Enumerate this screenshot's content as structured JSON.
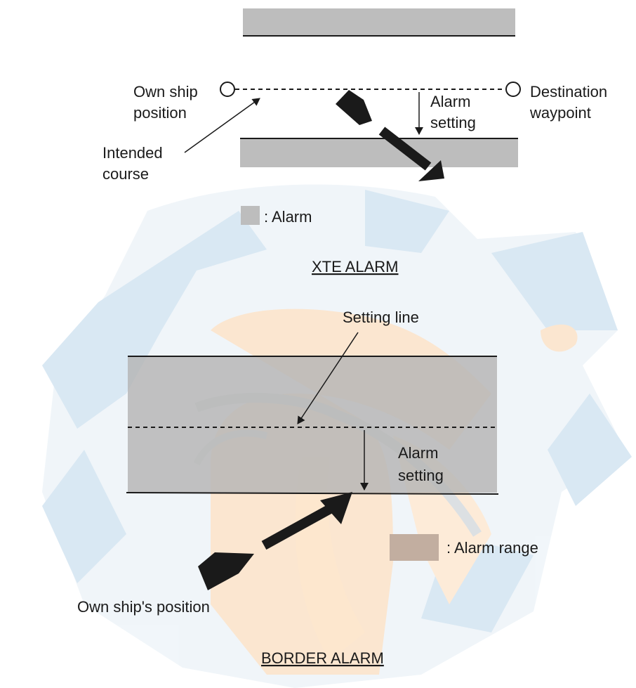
{
  "colors": {
    "alarm_fill": "#bdbdbd",
    "ink": "#1a1a1a",
    "watermark_blue": "#d3e4f1",
    "watermark_orange": "#fbe2c8",
    "watermark_gray": "#e8e8e8"
  },
  "icons": {
    "watermark": "company-logo-watermark",
    "ship": "ship-arrow-icon",
    "waypoint": "open-circle-icon"
  },
  "xte": {
    "own_ship_label": [
      "Own ship",
      "position"
    ],
    "destination_label": [
      "Destination",
      "waypoint"
    ],
    "alarm_setting_label": [
      "Alarm",
      "setting"
    ],
    "intended_course_label": [
      "Intended",
      "course"
    ],
    "legend_label": ": Alarm",
    "title": "XTE ALARM"
  },
  "border": {
    "setting_line_label": "Setting line",
    "alarm_setting_label": [
      "Alarm",
      "setting"
    ],
    "legend_label": ": Alarm range",
    "own_ship_label": "Own ship's position",
    "title": "BORDER ALARM"
  }
}
